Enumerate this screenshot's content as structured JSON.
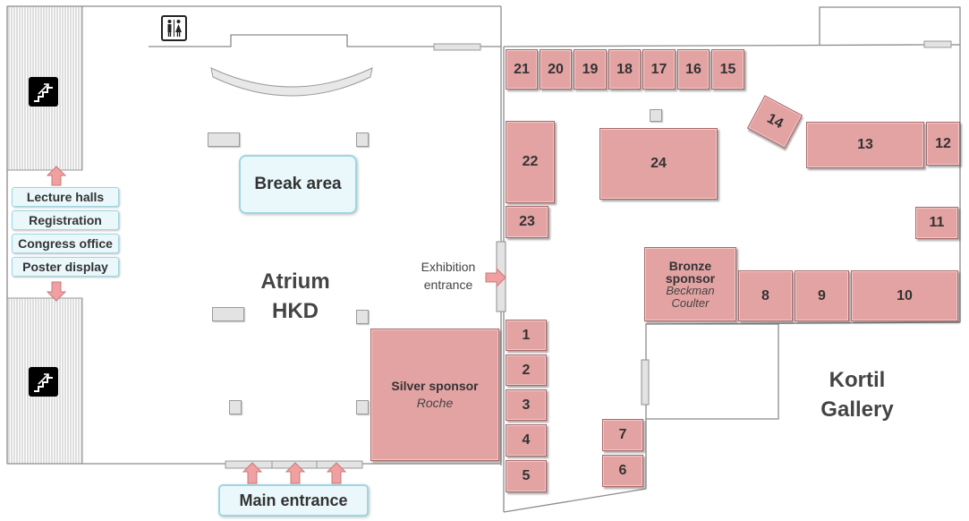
{
  "areas": {
    "atrium_line1": "Atrium",
    "atrium_line2": "HKD",
    "kortil_line1": "Kortil",
    "kortil_line2": "Gallery"
  },
  "signs": {
    "break_area": "Break area",
    "main_entrance": "Main entrance",
    "exhibition_entrance_line1": "Exhibition",
    "exhibition_entrance_line2": "entrance",
    "directions": [
      "Lecture halls",
      "Registration",
      "Congress office",
      "Poster display"
    ]
  },
  "booths": {
    "b1": "1",
    "b2": "2",
    "b3": "3",
    "b4": "4",
    "b5": "5",
    "b6": "6",
    "b7": "7",
    "b8": "8",
    "b9": "9",
    "b10": "10",
    "b11": "11",
    "b12": "12",
    "b13": "13",
    "b14": "14",
    "b15": "15",
    "b16": "16",
    "b17": "17",
    "b18": "18",
    "b19": "19",
    "b20": "20",
    "b21": "21",
    "b22": "22",
    "b23": "23",
    "b24": "24"
  },
  "sponsors": {
    "silver_tier": "Silver sponsor",
    "silver_name": "Roche",
    "bronze_tier_line1": "Bronze",
    "bronze_tier_line2": "sponsor",
    "bronze_name_line1": "Beckman",
    "bronze_name_line2": "Coulter"
  },
  "icons": [
    "restroom-icon",
    "stairs-icon",
    "arrow-icon"
  ],
  "colors": {
    "booth": "#e4a3a3",
    "sign_fill": "#eaf8fb",
    "sign_border": "#9fd6e2",
    "arrow": "#f0a0a0"
  }
}
